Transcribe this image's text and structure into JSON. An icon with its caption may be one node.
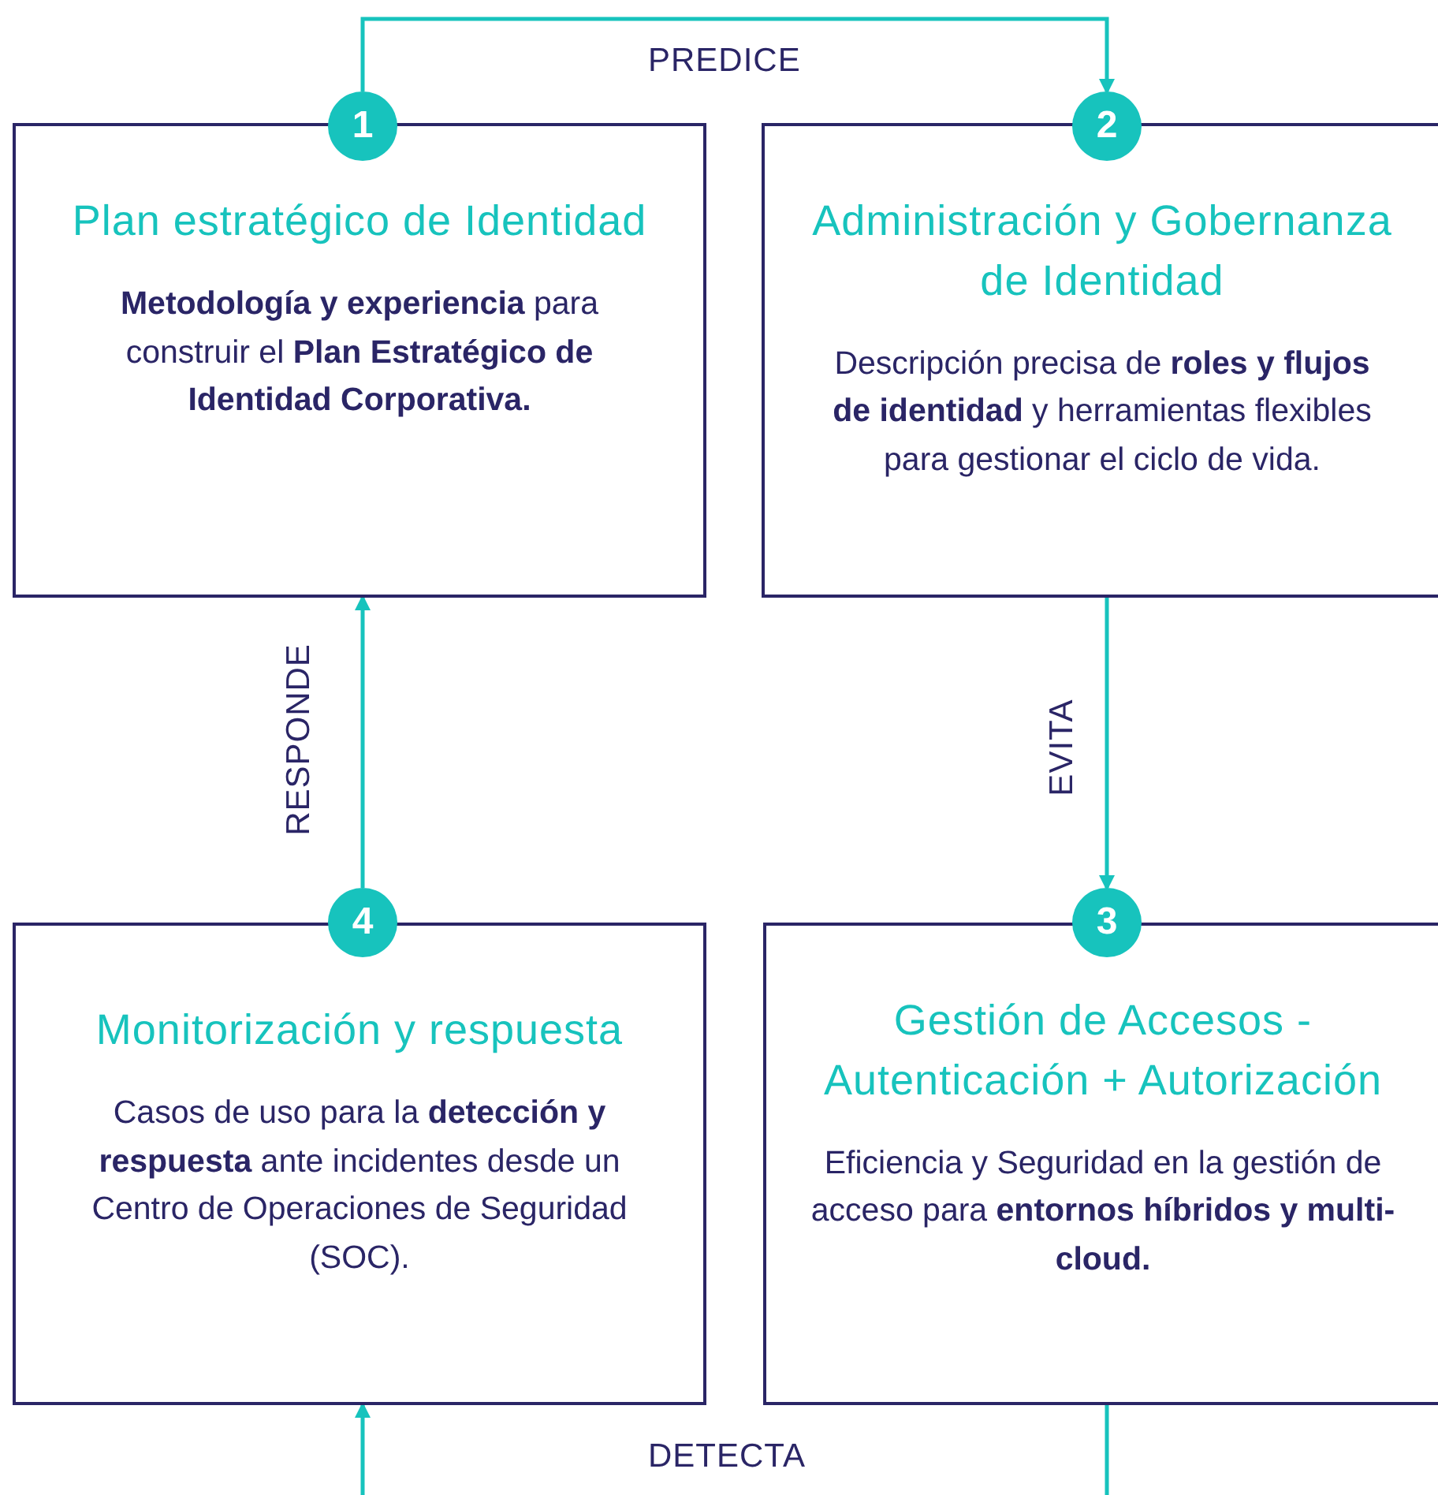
{
  "diagram": {
    "nodes": [
      {
        "text": [
          "1"
        ]
      },
      {
        "text": [
          "Plan estratégico de Identidad",
          "**Metodología y experiencia** para construir el **Plan Estratégico de Identidad Corporativa.**"
        ]
      },
      {
        "text": [
          "2"
        ]
      },
      {
        "text": [
          "Administración y Gobernanza de Identidad",
          "Descripción precisa de **roles y flujos de identidad** y herramientas flexibles para gestionar el ciclo de vida."
        ]
      },
      {
        "text": [
          "4"
        ]
      },
      {
        "text": [
          "Monitorización y respuesta",
          "Casos de uso para la **detección y respuesta** ante incidentes desde un Centro de Operaciones de Seguridad (SOC)."
        ]
      },
      {
        "text": [
          "3"
        ]
      },
      {
        "text": [
          "Gestión de Accesos - Autenticación + Autorización",
          "Eficiencia y Seguridad en la gestión de acceso para **entornos híbridos y multi-cloud.**"
        ]
      }
    ],
    "edges": [
      {
        "from": 0,
        "to": 2,
        "arrow": "to",
        "label": "PREDICE"
      },
      {
        "from": 3,
        "to": 6,
        "arrow": "to",
        "label": "EVITA"
      },
      {
        "from": 4,
        "to": 1,
        "arrow": "to",
        "label": "RESPONDE"
      },
      {
        "from": 7,
        "to": 5,
        "arrow": "to",
        "label": "DETECTA"
      }
    ]
  }
}
